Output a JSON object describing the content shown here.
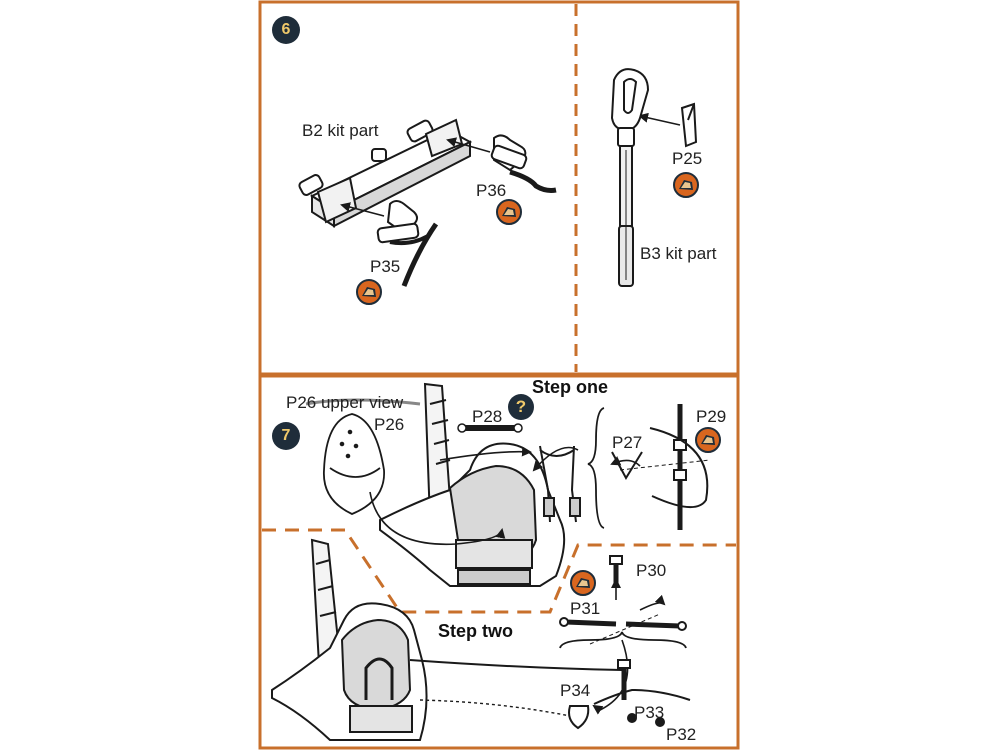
{
  "colors": {
    "frame": "#c8702c",
    "icon_fill": "#d9661f",
    "icon_dark": "#1f2d3a",
    "badge_text": "#f0c96a",
    "line": "#1a1a1a"
  },
  "step6": {
    "number": "6",
    "b2_label": "B2 kit part",
    "p36_label": "P36",
    "p35_label": "P35",
    "p25_label": "P25",
    "b3_label": "B3 kit part"
  },
  "step7": {
    "number": "7",
    "upper_view_label": "P26 upper view",
    "p26_label": "P26",
    "p28_label": "P28",
    "help_badge": "?",
    "step_one_label": "Step one",
    "p27_label": "P27",
    "p29_label": "P29",
    "p30_label": "P30",
    "p31_label": "P31",
    "step_two_label": "Step two",
    "p34_label": "P34",
    "p33_label": "P33",
    "p32_label": "P32"
  },
  "icons": [
    "photo-etch-icon",
    "question-icon"
  ]
}
